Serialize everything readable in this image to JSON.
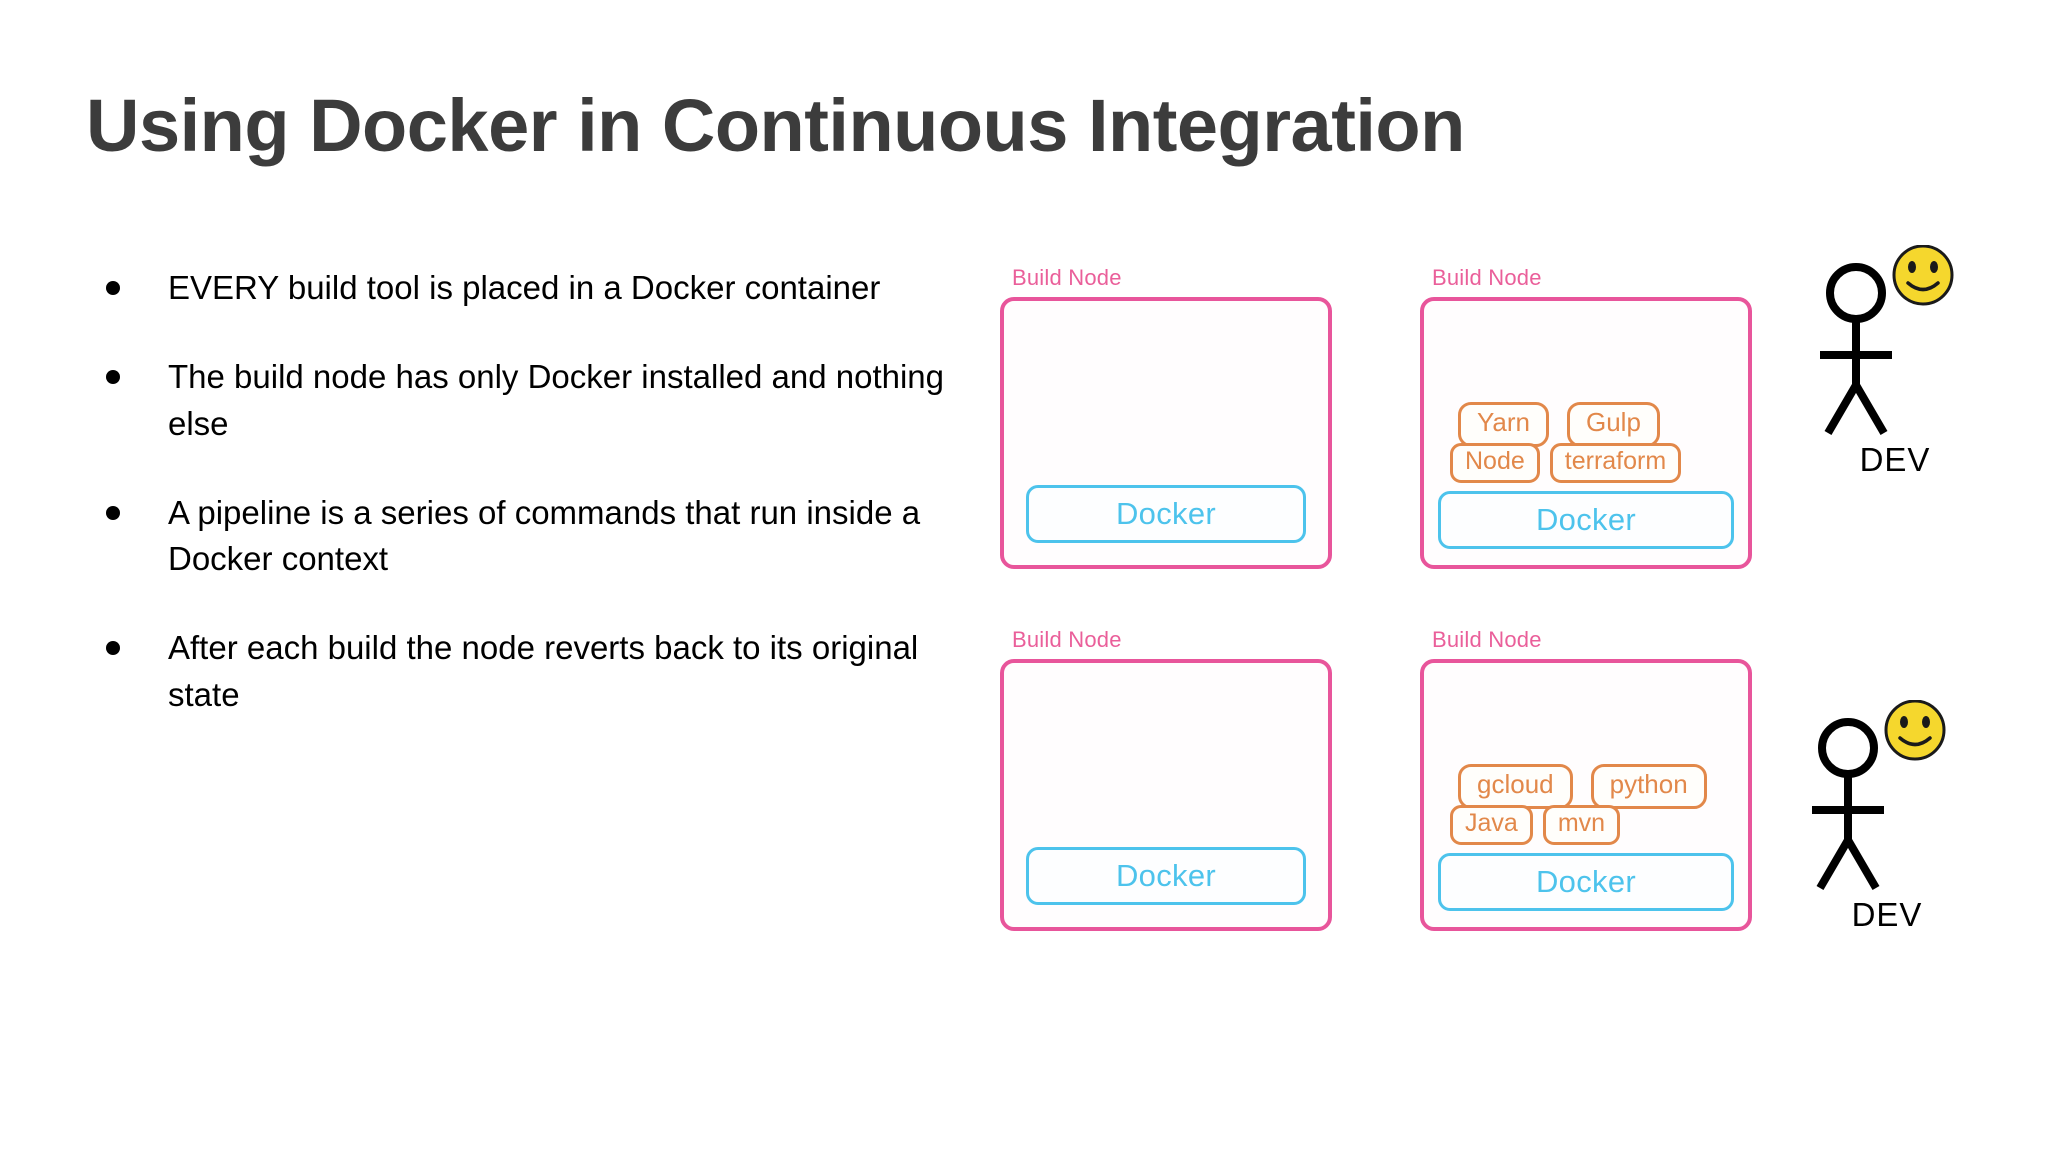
{
  "slide": {
    "title": "Using Docker in Continuous Integration",
    "background_color": "#ffffff",
    "title_color": "#3c3c3c"
  },
  "bullets": [
    {
      "text": "EVERY build tool is placed in a Docker container"
    },
    {
      "text": "The build node has only Docker installed and nothing else"
    },
    {
      "text": "A pipeline is a series of commands that run inside a Docker context"
    },
    {
      "text": "After each build the node reverts back to its original state"
    }
  ],
  "diagram": {
    "colors": {
      "node_border": "#e8559b",
      "node_label": "#ea5f9a",
      "docker_border": "#4dc3ec",
      "docker_text": "#4dc3ec",
      "tool_chip": "#e2884a",
      "smiley": "#f5d72d"
    },
    "nodes": [
      {
        "label": "Build Node",
        "docker_label": "Docker",
        "tools_row1": [],
        "tools_row2": []
      },
      {
        "label": "Build Node",
        "docker_label": "Docker",
        "tools_row1": [
          "Yarn",
          "Gulp"
        ],
        "tools_row2": [
          "Node",
          "terraform"
        ]
      },
      {
        "label": "Build Node",
        "docker_label": "Docker",
        "tools_row1": [],
        "tools_row2": []
      },
      {
        "label": "Build Node",
        "docker_label": "Docker",
        "tools_row1": [
          "gcloud",
          "python"
        ],
        "tools_row2": [
          "Java",
          "mvn"
        ]
      }
    ],
    "devs": [
      {
        "label": "DEV"
      },
      {
        "label": "DEV"
      }
    ]
  }
}
